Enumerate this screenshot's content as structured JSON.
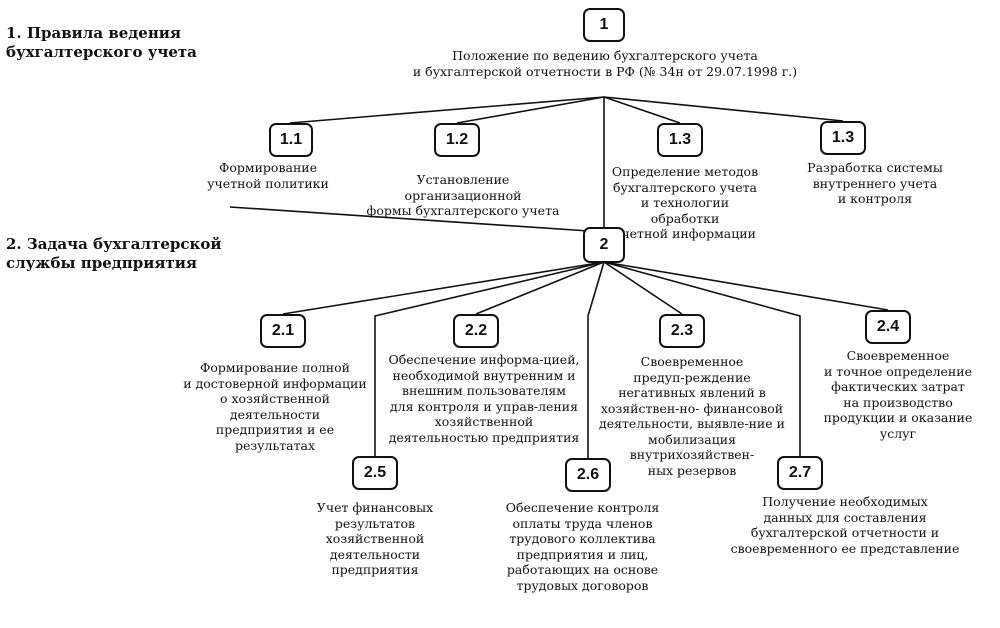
{
  "section_headings": [
    "1. Правила ведения\nбухгалтерского учета",
    "2. Задача бухгалтерской\nслужбы предприятия"
  ],
  "nodes": [
    {
      "id": "1",
      "label": "1",
      "text": "Положение по ведению бухгалтерского учета\nи бухгалтерской отчетности  в РФ (№ 34н от 29.07.1998 г.)"
    },
    {
      "id": "1.1",
      "label": "1.1",
      "text": "Формирование\nучетной политики"
    },
    {
      "id": "1.2",
      "label": "1.2",
      "text": "Установление организационной\nформы бухгалтерского учета"
    },
    {
      "id": "1.3a",
      "label": "1.3",
      "text": "Определение методов\nбухгалтерского учета\nи технологии обработки\nучетной информации"
    },
    {
      "id": "1.3b",
      "label": "1.3",
      "text": "Разработка системы\nвнутреннего учета\nи контроля"
    },
    {
      "id": "2",
      "label": "2",
      "text": ""
    },
    {
      "id": "2.1",
      "label": "2.1",
      "text": "Формирование полной\nи достоверной информации\nо хозяйственной деятельности\nпредприятия и ее результатах"
    },
    {
      "id": "2.2",
      "label": "2.2",
      "text": "Обеспечение информа-цией,\nнеобходимой внутренним и\nвнешним пользователям\nдля контроля и управ-ления\nхозяйственной\nдеятельностью предприятия"
    },
    {
      "id": "2.3",
      "label": "2.3",
      "text": "Своевременное\nпредуп-реждение\nнегативных явлений в\nхозяйствен-но- финансовой\nдеятельности, выявле-ние и\nмобилизация\nвнутрихозяйствен-\nных резервов"
    },
    {
      "id": "2.4",
      "label": "2.4",
      "text": "Своевременное\nи точное определение\nфактических затрат\nна производство\nпродукции и оказание\nуслуг"
    },
    {
      "id": "2.5",
      "label": "2.5",
      "text": "Учет финансовых\nрезультатов\nхозяйственной\nдеятельности\nпредприятия"
    },
    {
      "id": "2.6",
      "label": "2.6",
      "text": "Обеспечение контроля\nоплаты труда членов\nтрудового коллектива\nпредприятия и лиц,\nработающих на основе\nтрудовых договоров"
    },
    {
      "id": "2.7",
      "label": "2.7",
      "text": "Получение необходимых\nданных для составления\nбухгалтерской отчетности и\nсвоевременного ее представление"
    }
  ],
  "edges": [
    [
      "1",
      "1.1"
    ],
    [
      "1",
      "1.2"
    ],
    [
      "1",
      "1.3a"
    ],
    [
      "1",
      "1.3b"
    ],
    [
      "1",
      "2"
    ],
    [
      "2",
      "2.1"
    ],
    [
      "2",
      "2.2"
    ],
    [
      "2",
      "2.3"
    ],
    [
      "2",
      "2.4"
    ],
    [
      "2",
      "2.5"
    ],
    [
      "2",
      "2.6"
    ],
    [
      "2",
      "2.7"
    ]
  ]
}
